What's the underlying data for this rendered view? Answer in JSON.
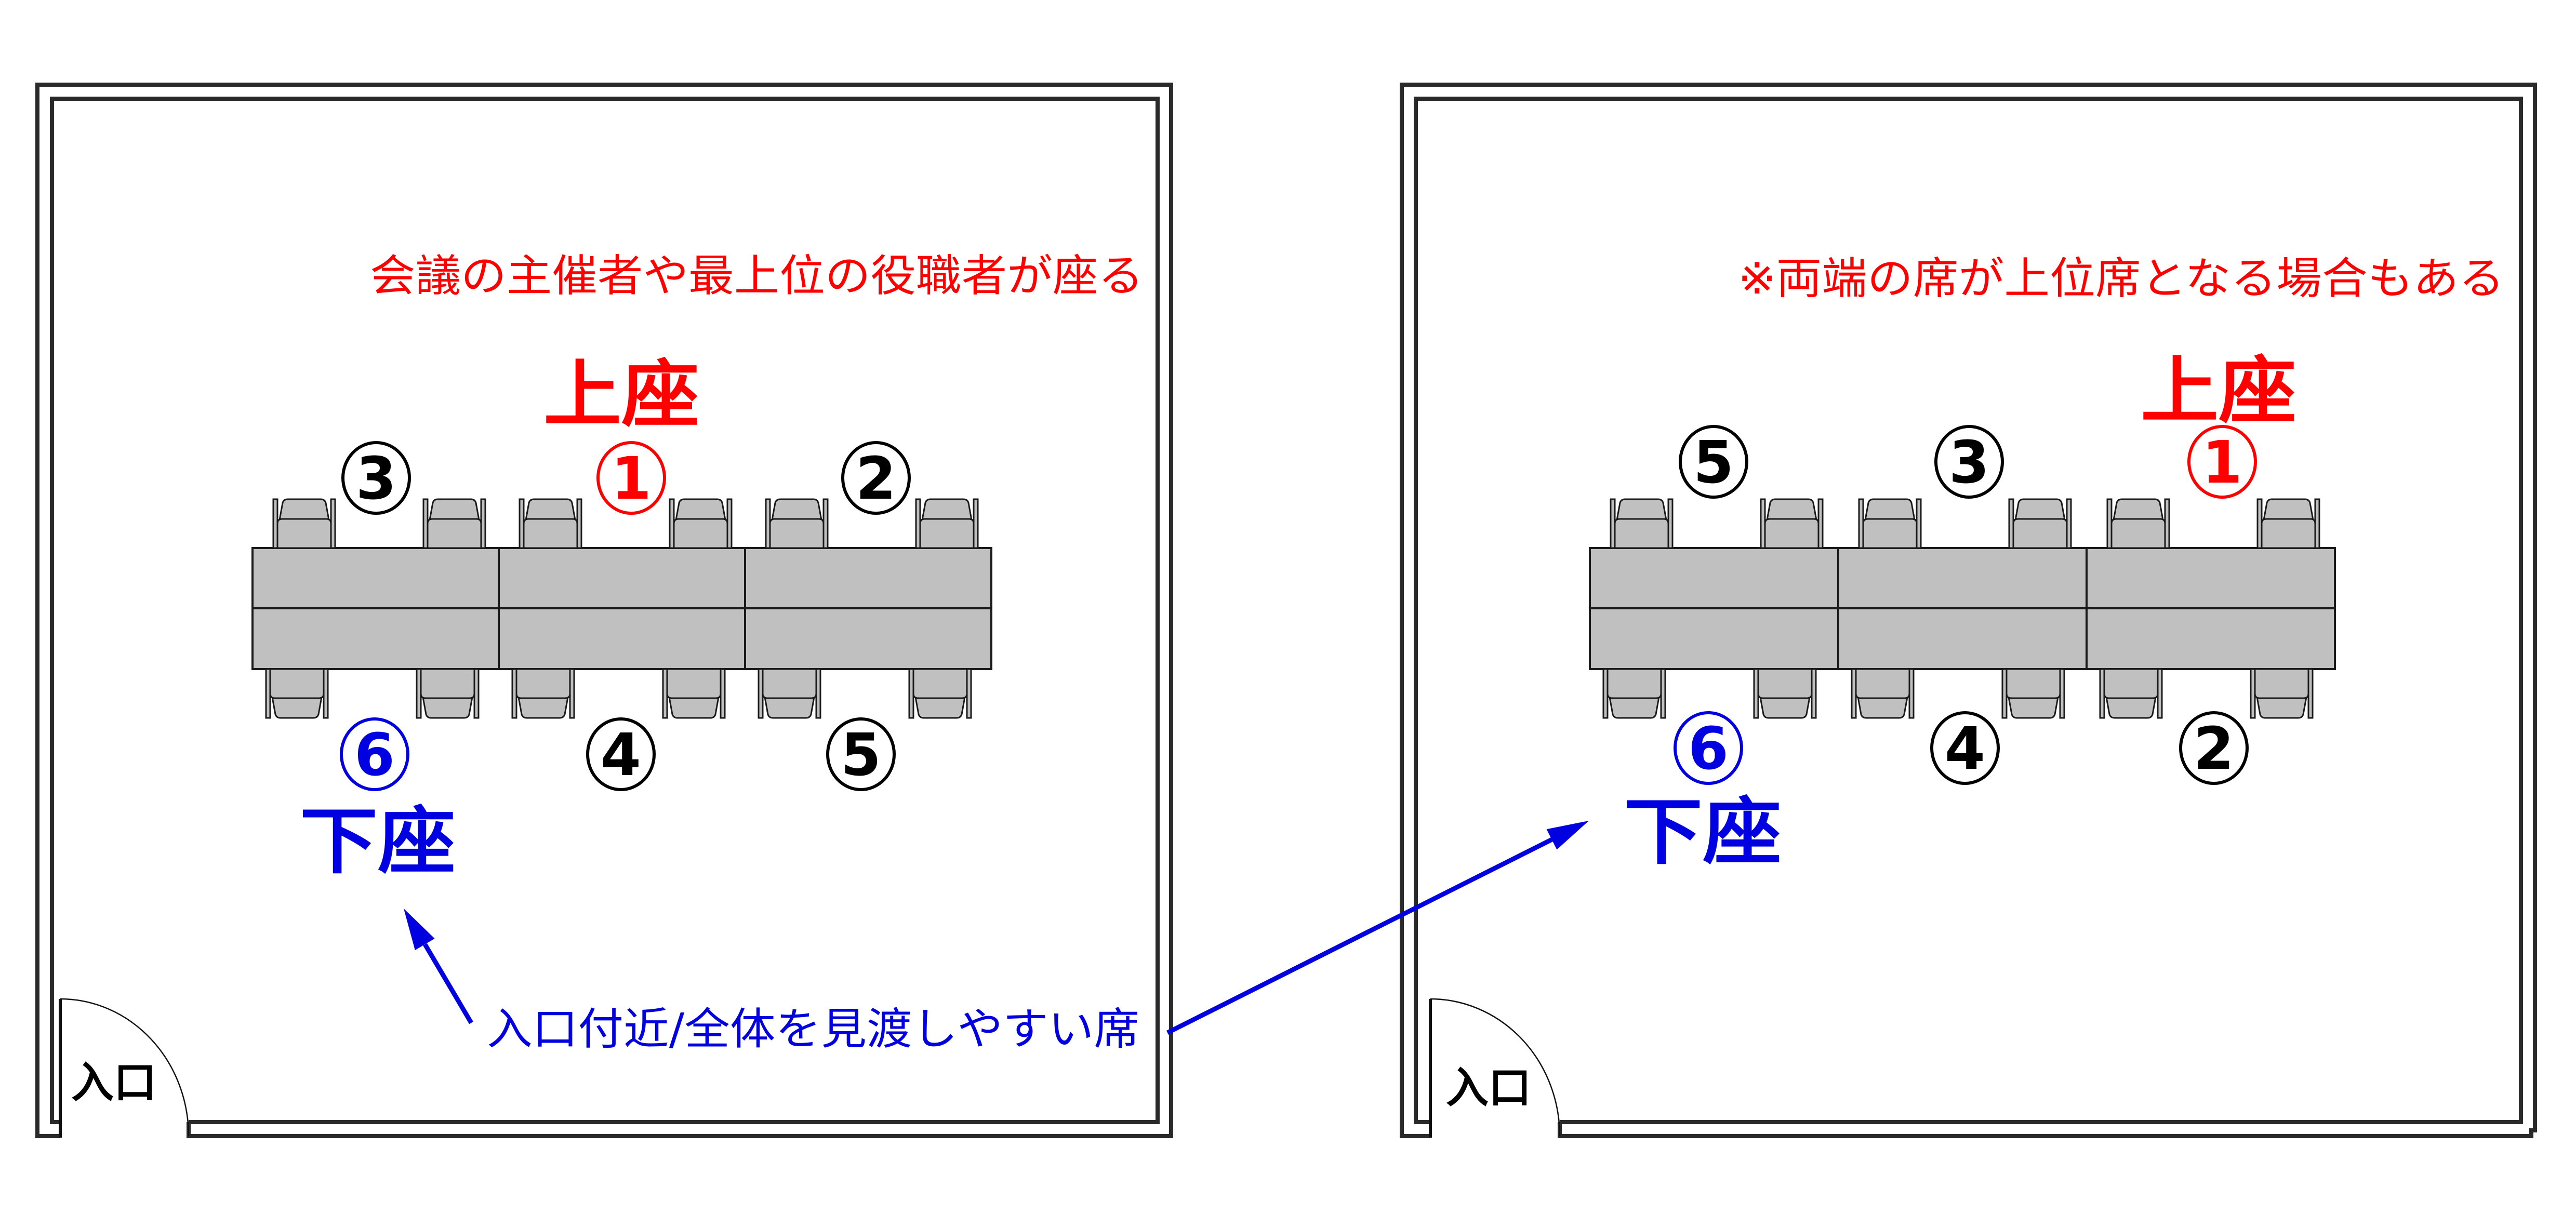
{
  "colors": {
    "upper": "#ff0000",
    "lower": "#0000e0",
    "normal": "#000000",
    "table": "#c0c0c0",
    "wall": "#2a2a2a"
  },
  "rooms": [
    {
      "note": "会議の主催者や最上位の役職者が座る",
      "upper_label": "上座",
      "lower_label": "下座",
      "entrance_label": "入口",
      "seats_top": [
        {
          "rank": "3",
          "role": "normal"
        },
        {
          "rank": "1",
          "role": "upper"
        },
        {
          "rank": "2",
          "role": "normal"
        }
      ],
      "seats_bottom": [
        {
          "rank": "6",
          "role": "lower"
        },
        {
          "rank": "4",
          "role": "normal"
        },
        {
          "rank": "5",
          "role": "normal"
        }
      ]
    },
    {
      "note": "※両端の席が上位席となる場合もある",
      "upper_label": "上座",
      "lower_label": "下座",
      "entrance_label": "入口",
      "seats_top": [
        {
          "rank": "5",
          "role": "normal"
        },
        {
          "rank": "3",
          "role": "normal"
        },
        {
          "rank": "1",
          "role": "upper"
        }
      ],
      "seats_bottom": [
        {
          "rank": "6",
          "role": "lower"
        },
        {
          "rank": "4",
          "role": "normal"
        },
        {
          "rank": "2",
          "role": "normal"
        }
      ]
    }
  ],
  "annotation": "入口付近/全体を見渡しやすい席"
}
